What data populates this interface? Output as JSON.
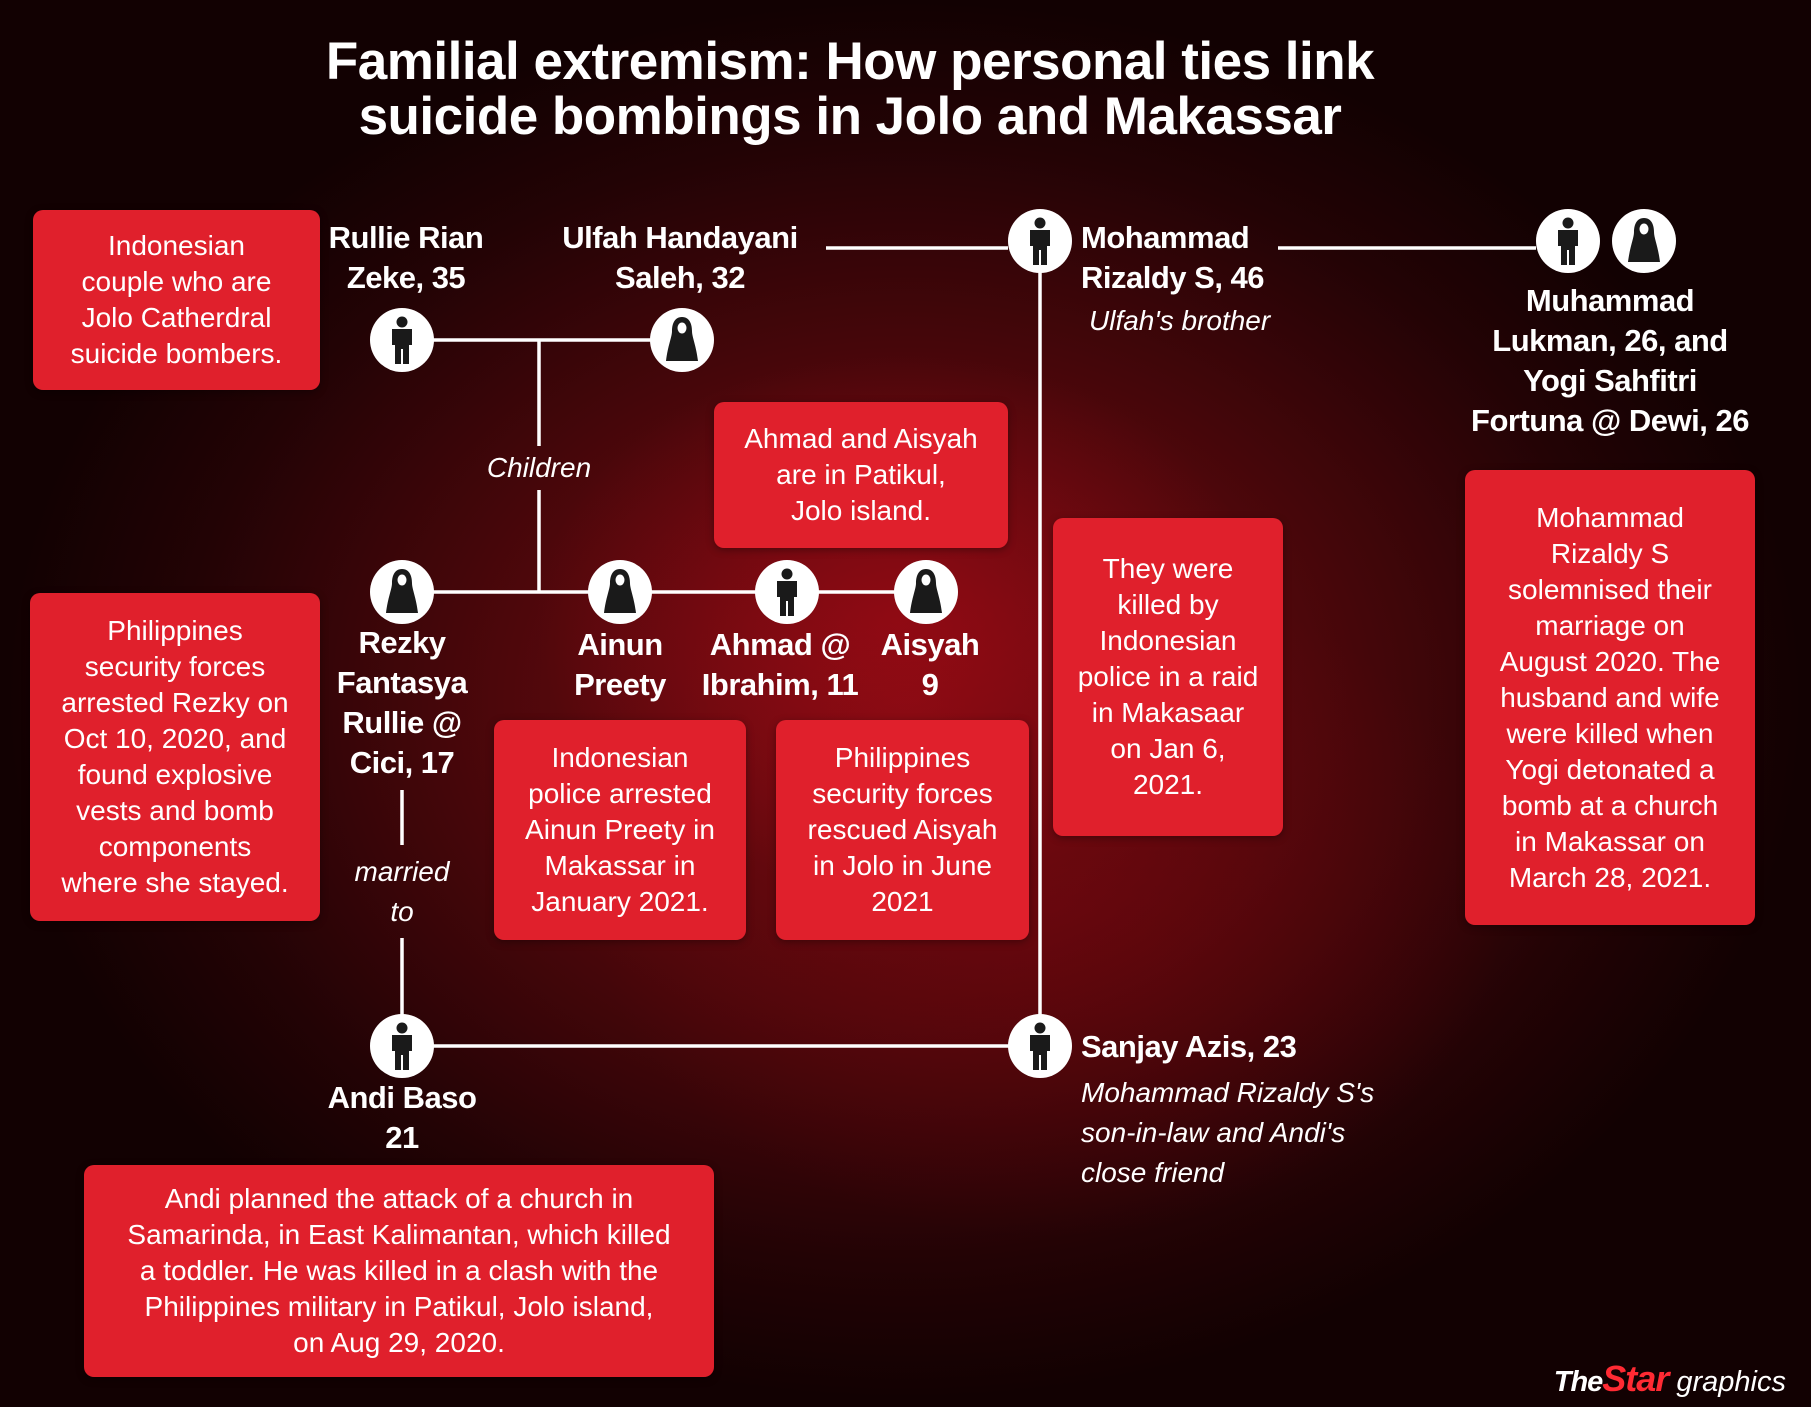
{
  "title": {
    "line1": "Familial extremism: How personal ties link",
    "line2": "suicide bombings in Jolo and Makassar"
  },
  "people": {
    "rullie": {
      "line1": "Rullie Rian",
      "line2": "Zeke, 35",
      "icon": "male-person-icon"
    },
    "ulfah": {
      "line1": "Ulfah Handayani",
      "line2": "Saleh, 32",
      "icon": "female-person-icon"
    },
    "rizaldy": {
      "line1": "Mohammad",
      "line2": "Rizaldy S, 46",
      "note": "Ulfah's brother",
      "icon": "male-person-icon"
    },
    "lukman_yogi": {
      "line1": "Muhammad",
      "line2": "Lukman, 26, and",
      "line3": "Yogi Sahfitri",
      "line4": "Fortuna @ Dewi, 26"
    },
    "rezky": {
      "line1": "Rezky",
      "line2": "Fantasya",
      "line3": "Rullie @",
      "line4": "Cici, 17",
      "icon": "female-person-icon"
    },
    "ainun": {
      "line1": "Ainun",
      "line2": "Preety",
      "icon": "female-person-icon"
    },
    "ahmad": {
      "line1": "Ahmad @",
      "line2": "Ibrahim, 11",
      "icon": "male-person-icon"
    },
    "aisyah": {
      "line1": "Aisyah",
      "line2": "9",
      "icon": "female-person-icon"
    },
    "andi": {
      "line1": "Andi Baso",
      "line2": "21",
      "icon": "male-person-icon"
    },
    "sanjay": {
      "line1": "Sanjay Azis, 23",
      "note1": "Mohammad Rizaldy S's",
      "note2": "son-in-law and Andi's",
      "note3": "close friend",
      "icon": "male-person-icon"
    }
  },
  "labels": {
    "children": "Children",
    "married": "married",
    "to": "to"
  },
  "boxes": {
    "couple": [
      "Indonesian",
      "couple who are",
      "Jolo Catherdral",
      "suicide bombers."
    ],
    "rezky": [
      "Philippines",
      "security forces",
      "arrested Rezky on",
      "Oct 10, 2020, and",
      "found explosive",
      "vests and bomb",
      "components",
      "where she stayed."
    ],
    "patikul": [
      "Ahmad and Aisyah",
      "are in Patikul,",
      "Jolo island."
    ],
    "ainun": [
      "Indonesian",
      "police arrested",
      "Ainun Preety in",
      "Makassar in",
      "January 2021."
    ],
    "aisyah": [
      "Philippines",
      "security forces",
      "rescued Aisyah",
      "in Jolo in June",
      "2021"
    ],
    "rizaldy": [
      "They were",
      "killed by",
      "Indonesian",
      "police in a raid",
      "in Makasaar",
      "on Jan 6,",
      "2021."
    ],
    "couple2": [
      "Mohammad",
      "Rizaldy S",
      "solemnised their",
      "marriage on",
      "August 2020. The",
      "husband and wife",
      "were killed when",
      "Yogi detonated a",
      "bomb at a church",
      "in Makassar on",
      "March 28, 2021."
    ],
    "andi": [
      "Andi planned the attack of a church in",
      "Samarinda, in East Kalimantan, which killed",
      "a toddler. He was killed in a clash with the",
      "Philippines military in Patikul, Jolo island,",
      "on Aug 29, 2020."
    ]
  },
  "brand": {
    "the": "The",
    "star": "Star",
    "graphics": " graphics"
  },
  "colors": {
    "box_red": "#e0202c",
    "background_dark": "#3a0508",
    "line_white": "#ffffff",
    "brand_red": "#ff2a33"
  }
}
